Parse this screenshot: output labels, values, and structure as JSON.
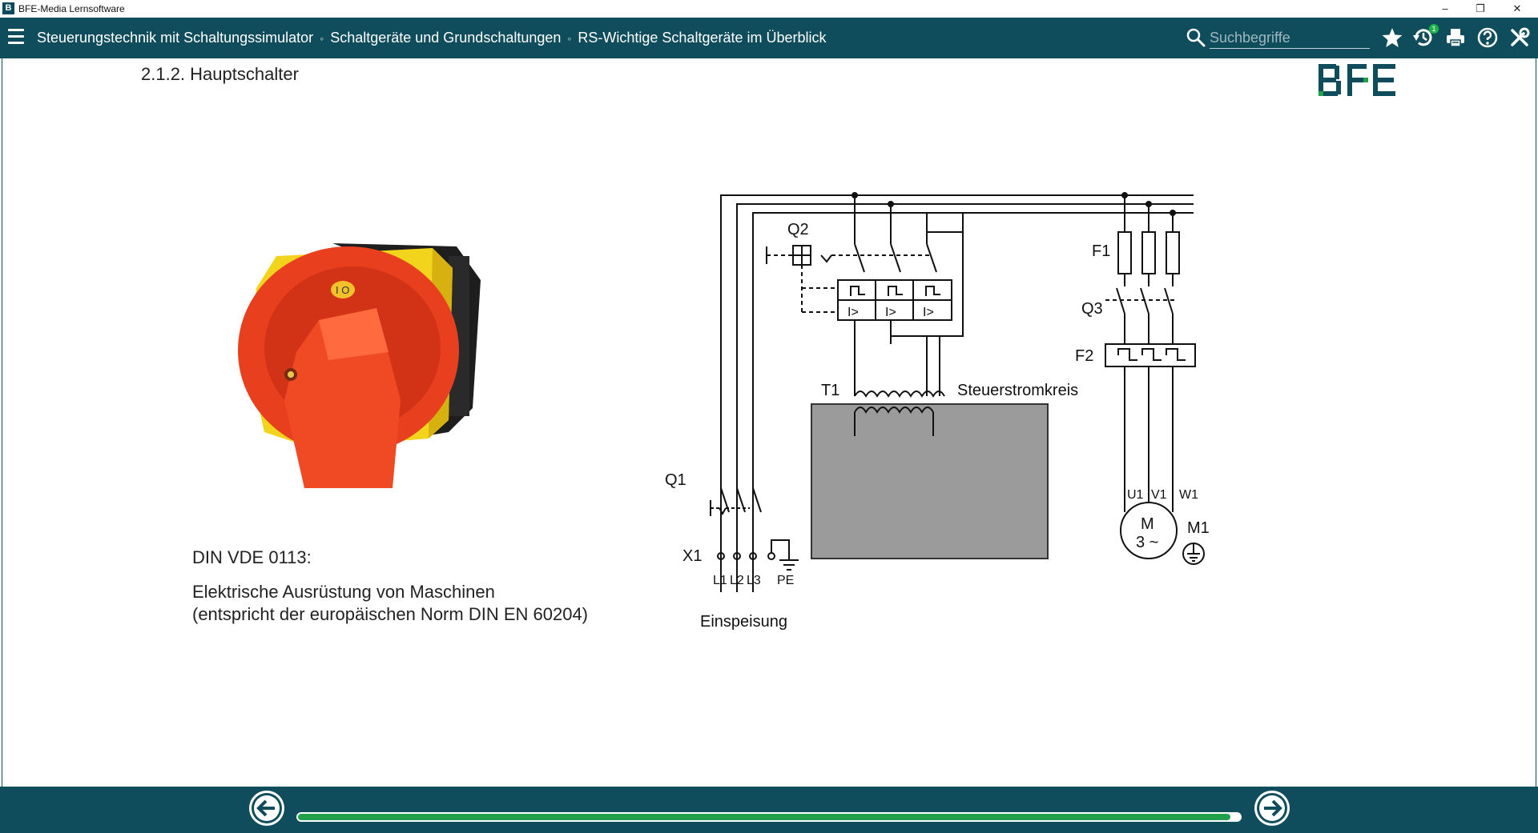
{
  "window": {
    "title": "BFE-Media Lernsoftware",
    "app_icon_letter": "B",
    "controls": {
      "minimize": "–",
      "maximize": "❐",
      "close": "✕"
    }
  },
  "header": {
    "breadcrumb": [
      "Steuerungstechnik mit Schaltungssimulator",
      "Schaltgeräte und Grundschaltungen",
      "RS-Wichtige Schaltgeräte im Überblick"
    ],
    "separator": "◦",
    "search_placeholder": "Suchbegriffe",
    "notification_count": "1",
    "icons": [
      "menu-icon",
      "search-icon",
      "star-icon",
      "history-icon",
      "print-icon",
      "help-icon",
      "tools-icon"
    ]
  },
  "page": {
    "section_title": "2.1.2. Hauptschalter",
    "logo_text": "BFE",
    "norm_title": "DIN VDE 0113:",
    "norm_desc_line1": "Elektrische Ausrüstung von Maschinen",
    "norm_desc_line2": "(entspricht der europäischen Norm DIN EN 60204)"
  },
  "diagram": {
    "labels": {
      "q2": "Q2",
      "q1": "Q1",
      "q3": "Q3",
      "x1": "X1",
      "t1": "T1",
      "f1": "F1",
      "f2": "F2",
      "m1": "M1",
      "steuerstromkreis": "Steuerstromkreis",
      "l1": "L1",
      "l2": "L2",
      "l3": "L3",
      "pe": "PE",
      "einspeisung": "Einspeisung",
      "u1": "U1",
      "v1": "V1",
      "w1": "W1",
      "motor_m": "M",
      "motor_phase": "3 ~",
      "overload": "I>"
    }
  },
  "footer": {
    "progress": 0.99,
    "colors": {
      "bar": "#0f4d5c",
      "progress": "#21a24a"
    }
  }
}
